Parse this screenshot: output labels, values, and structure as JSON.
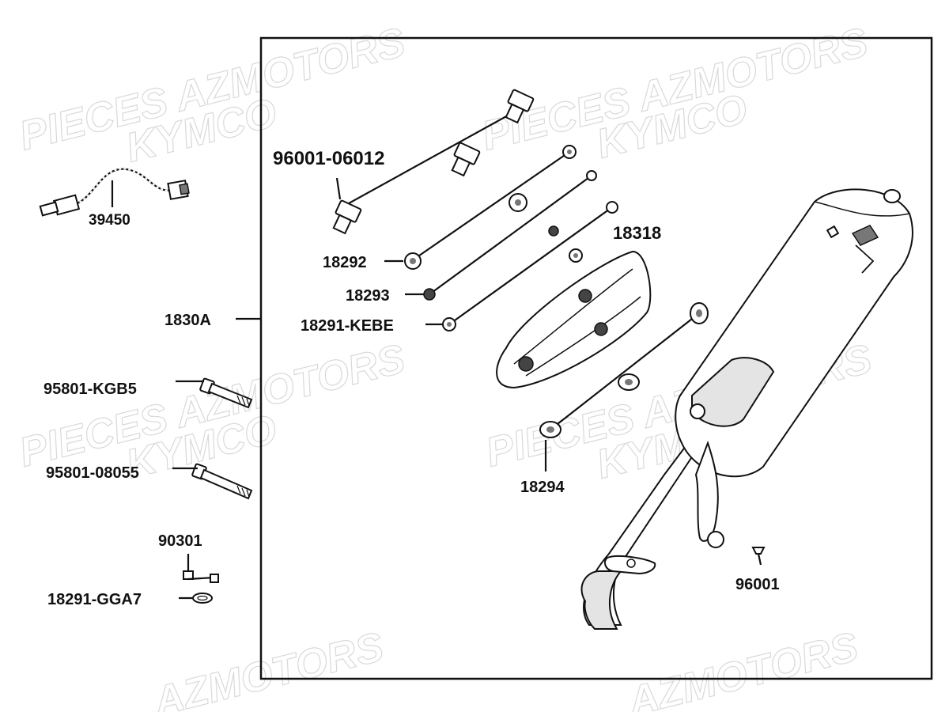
{
  "watermark": {
    "line1": "PIECES AZMOTORS",
    "line2": "KYMCO",
    "line3": "AZMOTORS"
  },
  "labels": {
    "p39450": "39450",
    "p1830A": "1830A",
    "p95801_kgb5": "95801-KGB5",
    "p95801_08055": "95801-08055",
    "p90301": "90301",
    "p18291_gga7": "18291-GGA7",
    "p96001_06012": "96001-06012",
    "p18292": "18292",
    "p18293": "18293",
    "p18291_kebe": "18291-KEBE",
    "p18318": "18318",
    "p18294": "18294",
    "p96001": "96001"
  },
  "colors": {
    "line": "#111111",
    "part_fill": "#ffffff",
    "shade": "#e4e4e4",
    "watermark": "#d9d9d9"
  }
}
